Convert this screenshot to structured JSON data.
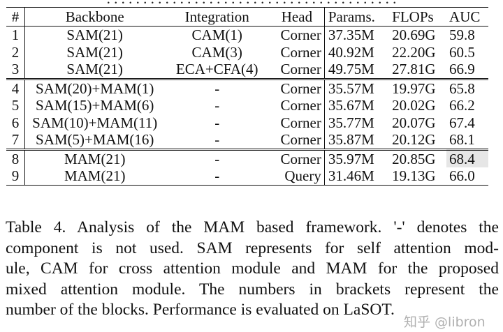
{
  "table": {
    "headers": [
      "#",
      "Backbone",
      "Integration",
      "Head",
      "Params.",
      "FLOPs",
      "AUC"
    ],
    "rows": [
      {
        "num": "1",
        "backbone": "SAM(21)",
        "integration": "CAM(1)",
        "head": "Corner",
        "params": "37.35M",
        "flops": "20.69G",
        "auc": "59.8"
      },
      {
        "num": "2",
        "backbone": "SAM(21)",
        "integration": "CAM(3)",
        "head": "Corner",
        "params": "40.92M",
        "flops": "22.20G",
        "auc": "60.5"
      },
      {
        "num": "3",
        "backbone": "SAM(21)",
        "integration": "ECA+CFA(4)",
        "head": "Corner",
        "params": "49.75M",
        "flops": "27.81G",
        "auc": "66.9"
      },
      {
        "num": "4",
        "backbone": "SAM(20)+MAM(1)",
        "integration": "-",
        "head": "Corner",
        "params": "35.57M",
        "flops": "19.97G",
        "auc": "65.8"
      },
      {
        "num": "5",
        "backbone": "SAM(15)+MAM(6)",
        "integration": "-",
        "head": "Corner",
        "params": "35.67M",
        "flops": "20.02G",
        "auc": "66.2"
      },
      {
        "num": "6",
        "backbone": "SAM(10)+MAM(11)",
        "integration": "-",
        "head": "Corner",
        "params": "35.77M",
        "flops": "20.07G",
        "auc": "67.4"
      },
      {
        "num": "7",
        "backbone": "SAM(5)+MAM(16)",
        "integration": "-",
        "head": "Corner",
        "params": "35.87M",
        "flops": "20.12G",
        "auc": "68.1"
      },
      {
        "num": "8",
        "backbone": "MAM(21)",
        "integration": "-",
        "head": "Corner",
        "params": "35.97M",
        "flops": "20.85G",
        "auc": "68.4"
      },
      {
        "num": "9",
        "backbone": "MAM(21)",
        "integration": "-",
        "head": "Query",
        "params": "31.46M",
        "flops": "19.13G",
        "auc": "66.0"
      }
    ]
  },
  "caption": {
    "lines": [
      "Table 4. Analysis of the MAM based framework. '-' denotes the",
      "component is not used. SAM represents for self attention mod-",
      "ule, CAM for cross attention module and MAM for the proposed",
      "mixed attention module. The numbers in brackets represent the",
      "number of the blocks. Performance is evaluated on LaSOT."
    ]
  },
  "watermark": "知乎 @libron"
}
